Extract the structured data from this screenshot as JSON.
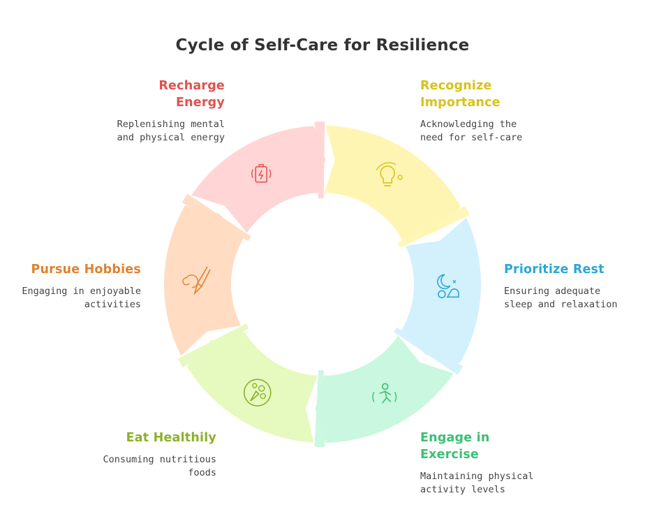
{
  "title": "Cycle of Self-Care for Resilience",
  "steps": [
    {
      "title_line1": "Recharge",
      "title_line2": "Energy",
      "desc_line1": "Replenishing mental",
      "desc_line2": "and physical energy",
      "color": "#e0524f",
      "fill": "#ffd5d5",
      "icon": "battery-charging-icon"
    },
    {
      "title_line1": "Recognize",
      "title_line2": "Importance",
      "desc_line1": "Acknowledging the",
      "desc_line2": "need for self-care",
      "color": "#d8c21a",
      "fill": "#fff5b3",
      "icon": "lightbulb-icon"
    },
    {
      "title_line1": "Prioritize Rest",
      "title_line2": "",
      "desc_line1": "Ensuring adequate",
      "desc_line2": "sleep and relaxation",
      "color": "#2aa7d6",
      "fill": "#d3f0fd",
      "icon": "sleep-moon-icon"
    },
    {
      "title_line1": "Engage in",
      "title_line2": "Exercise",
      "desc_line1": "Maintaining physical",
      "desc_line2": "activity levels",
      "color": "#3cbf74",
      "fill": "#c9f7df",
      "icon": "running-person-icon"
    },
    {
      "title_line1": "Eat Healthily",
      "title_line2": "",
      "desc_line1": "Consuming nutritious",
      "desc_line2": "foods",
      "color": "#8bb12a",
      "fill": "#e6f9bf",
      "icon": "healthy-food-icon"
    },
    {
      "title_line1": "Pursue Hobbies",
      "title_line2": "",
      "desc_line1": "Engaging in enjoyable",
      "desc_line2": "activities",
      "color": "#e0822e",
      "fill": "#ffdcc2",
      "icon": "paintbrush-icon"
    }
  ]
}
